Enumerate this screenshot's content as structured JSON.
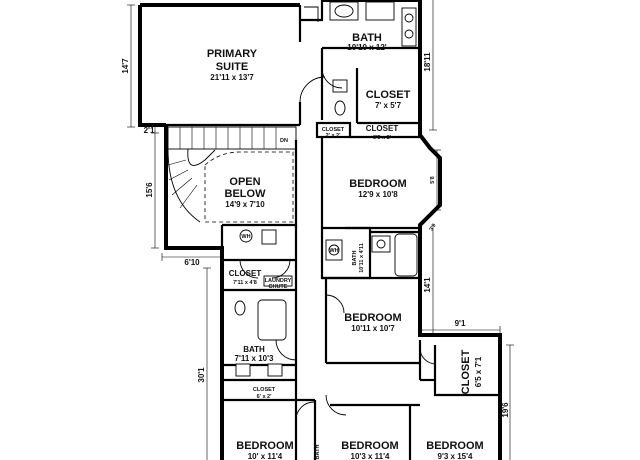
{
  "rooms": {
    "primary_suite": {
      "name_line1": "PRIMARY",
      "name_line2": "SUITE",
      "size": "21'11 x 13'7"
    },
    "bath_top": {
      "name": "BATH",
      "size": "10'10 x 12'"
    },
    "closet_top": {
      "name": "CLOSET",
      "size": "7' x 5'7"
    },
    "closet_small_left": {
      "name": "CLOSET",
      "size": "2' x 2'"
    },
    "closet_small_right": {
      "name": "CLOSET",
      "size": "8'5 x 2'"
    },
    "open_below": {
      "name_line1": "OPEN",
      "name_line2": "BELOW",
      "size": "14'9 x 7'10"
    },
    "bedroom_2": {
      "name": "BEDROOM",
      "size": "12'9 x 10'8"
    },
    "bath_mid": {
      "name": "BATH",
      "size": "10'11 x 4'11"
    },
    "closet_mid": {
      "name": "CLOSET",
      "size": "7'11 x 4'8"
    },
    "laundry": {
      "name_line1": "LAUNDRY",
      "name_line2": "CHUTE"
    },
    "bedroom_3": {
      "name": "BEDROOM",
      "size": "10'11 x 10'7"
    },
    "bath_lower": {
      "name": "BATH",
      "size": "7'11 x 10'3"
    },
    "closet_lower": {
      "name": "CLOSET",
      "size": "6' x 2'"
    },
    "closet_right": {
      "name": "CLOSET",
      "size": "6'5 x 7'1"
    },
    "bedroom_4": {
      "name": "BEDROOM",
      "size": "10' x 11'4"
    },
    "bedroom_5": {
      "name": "BEDROOM",
      "size": "10'3 x 11'4"
    },
    "bedroom_6": {
      "name": "BEDROOM",
      "size": "9'3 x 15'4"
    },
    "hall_bath_stub": {
      "name": "BATH"
    }
  },
  "dimensions": {
    "left_top": "14'7",
    "left_mid": "2'1",
    "left_lower": "15'6",
    "left_bottom": "30'1",
    "stair_width": "6'10",
    "right_top": "18'11",
    "right_bay1": "5'8",
    "right_bay2": "3'9",
    "right_mid": "14'1",
    "right_bottom": "19'6",
    "right_notch": "9'1"
  },
  "annotations": {
    "stair_dn": "DN",
    "wh": "WH",
    "wh2": "WH"
  }
}
